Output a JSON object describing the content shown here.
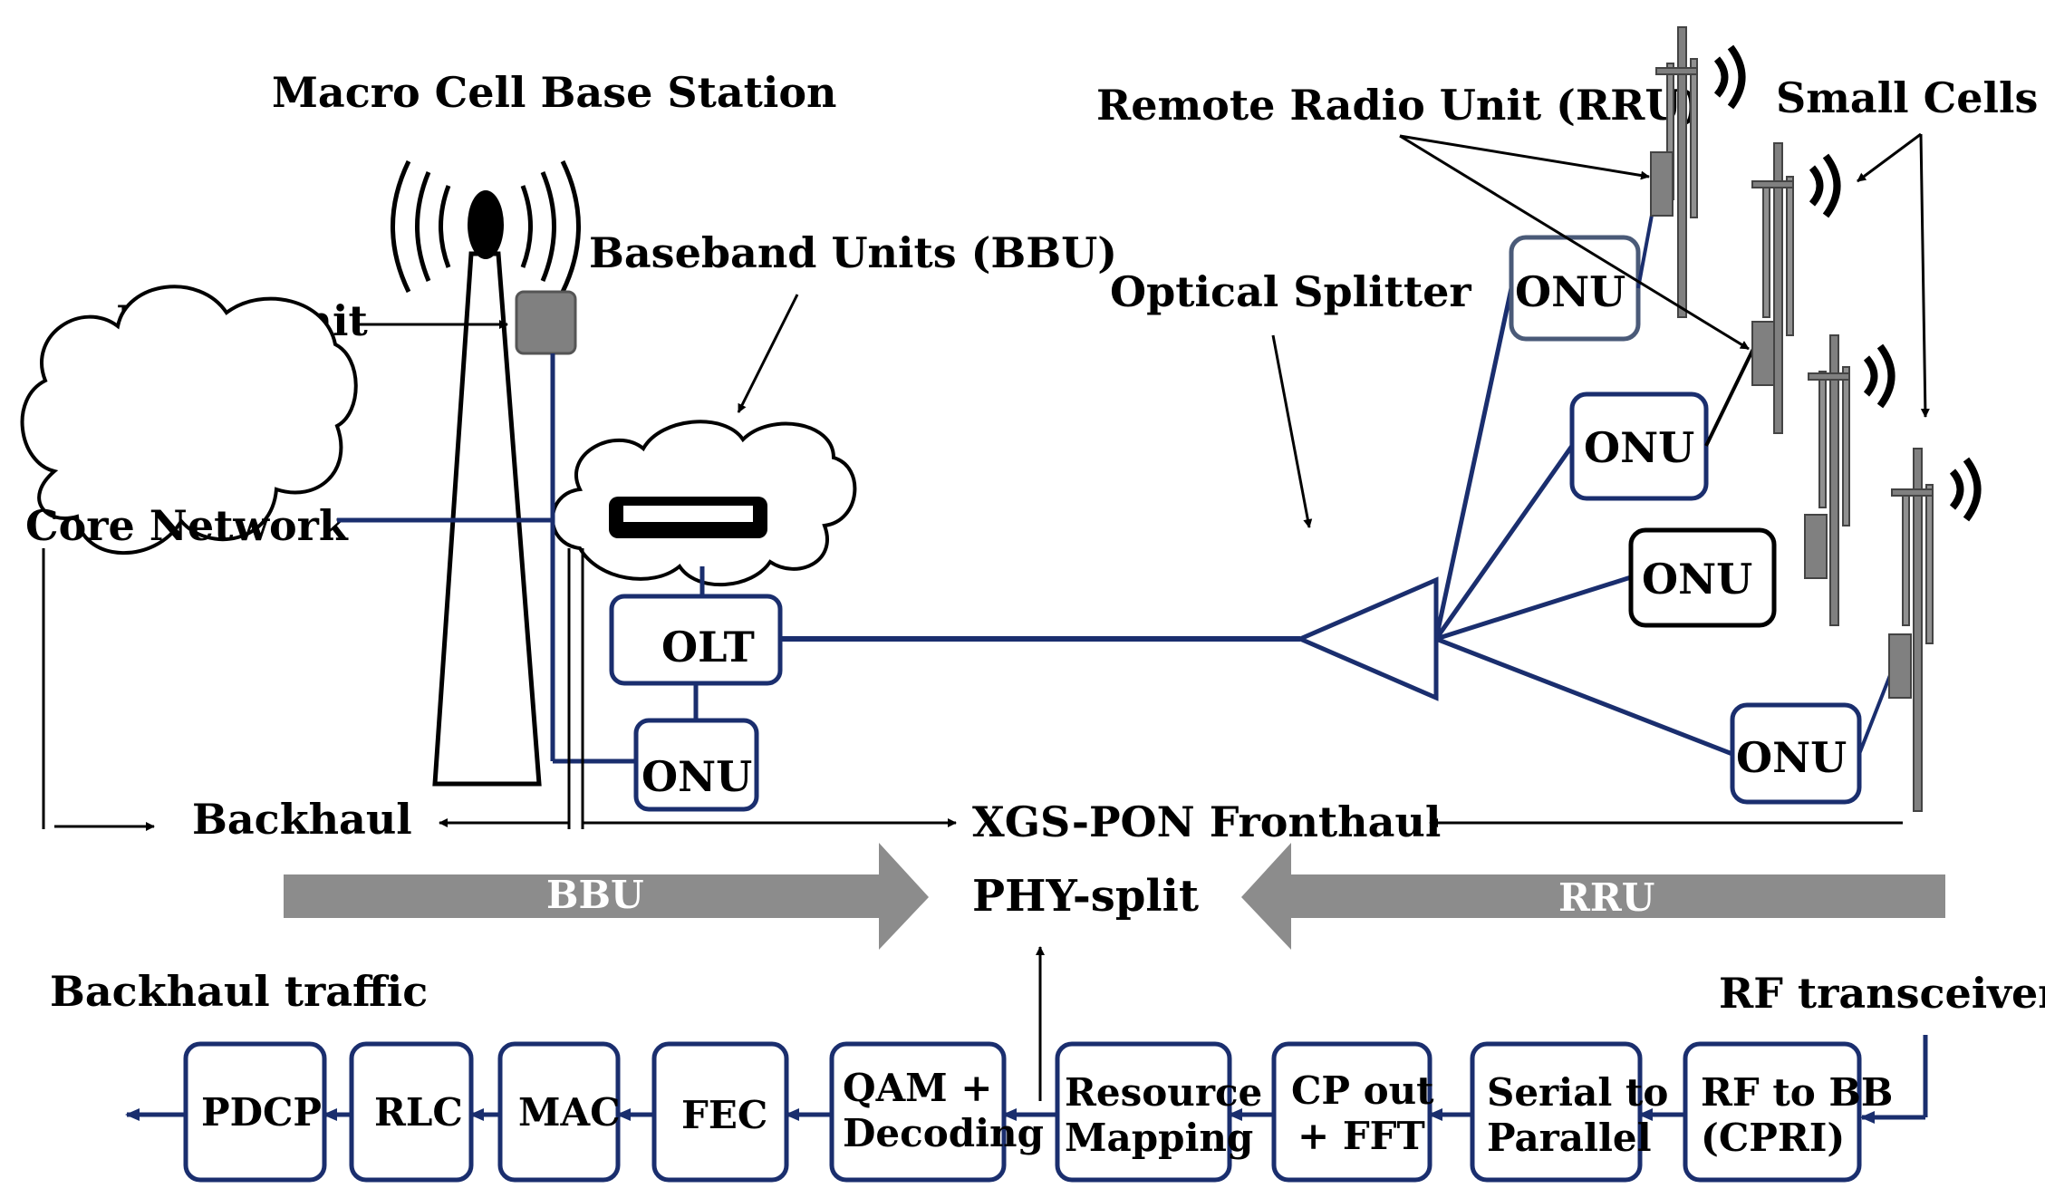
{
  "labels": {
    "macro_cell": "Macro Cell Base Station",
    "bbu": "Baseband Units (BBU)",
    "radio_unit": "Radio Unit",
    "core_network": "Core Network",
    "olt": "OLT",
    "onu": "ONU",
    "backhaul": "Backhaul",
    "fronthaul": "XGS-PON Fronthaul",
    "optical_splitter": "Optical Splitter",
    "rru": "Remote Radio Unit (RRU)",
    "small_cells": "Small Cells",
    "phy_split": "PHY-split",
    "bbu_arrow": "BBU",
    "rru_arrow": "RRU",
    "backhaul_traffic": "Backhaul traffic",
    "rf_transceiver": "RF transceiver"
  },
  "chain": {
    "pdcp": "PDCP",
    "rlc": "RLC",
    "mac": "MAC",
    "fec": "FEC",
    "qam_1": "QAM +",
    "qam_2": "Decoding",
    "res_1": "Resource",
    "res_2": "Mapping",
    "cp_1": "CP out",
    "cp_2": "+ FFT",
    "ser_1": "Serial to",
    "ser_2": "Parallel",
    "rf_1": "RF to BB",
    "rf_2": "(CPRI)"
  },
  "colors": {
    "fiber": "#1a2e6e",
    "arrow_gray": "#8c8c8c",
    "unit_gray": "#808080"
  }
}
